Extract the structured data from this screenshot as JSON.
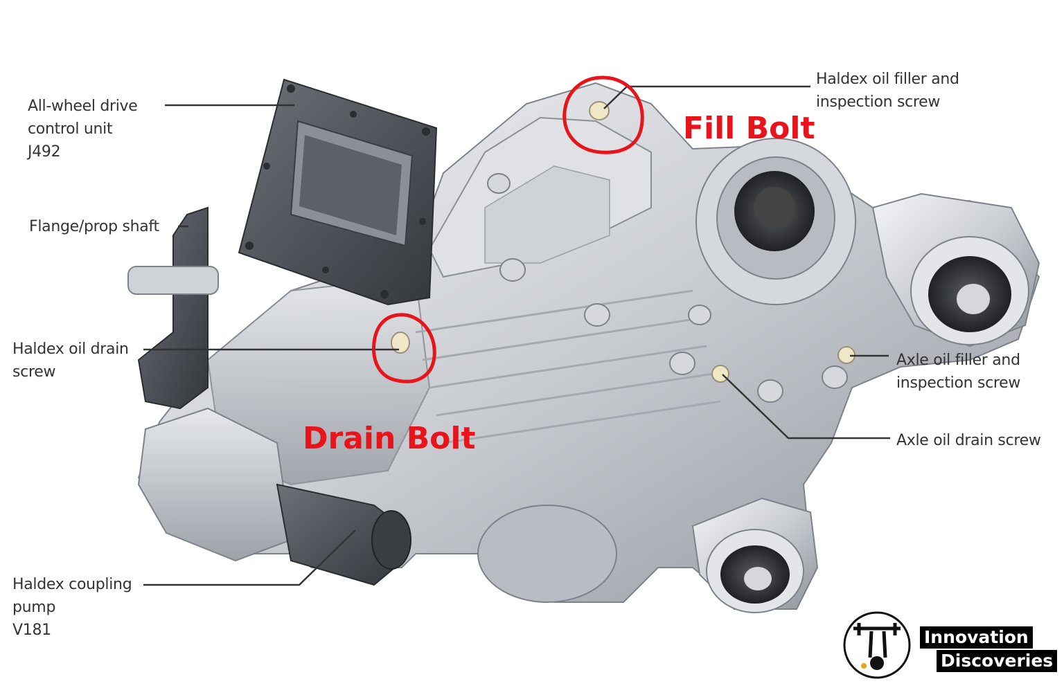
{
  "labels": {
    "awd_unit": [
      "All-wheel drive",
      "control unit",
      "J492"
    ],
    "flange": [
      "Flange/prop shaft"
    ],
    "haldex_drain": [
      "Haldex oil drain",
      "screw"
    ],
    "haldex_pump": [
      "Haldex coupling",
      "pump",
      "V181"
    ],
    "haldex_filler": [
      "Haldex oil filler and",
      "inspection screw"
    ],
    "axle_filler": [
      "Axle oil filler and",
      "inspection screw"
    ],
    "axle_drain": [
      "Axle oil drain screw"
    ]
  },
  "annotations": {
    "fill_bolt": "Fill Bolt",
    "drain_bolt": "Drain Bolt",
    "color": "#e8141c"
  },
  "brand": {
    "line1": "Innovation",
    "line2": "Discoveries"
  }
}
